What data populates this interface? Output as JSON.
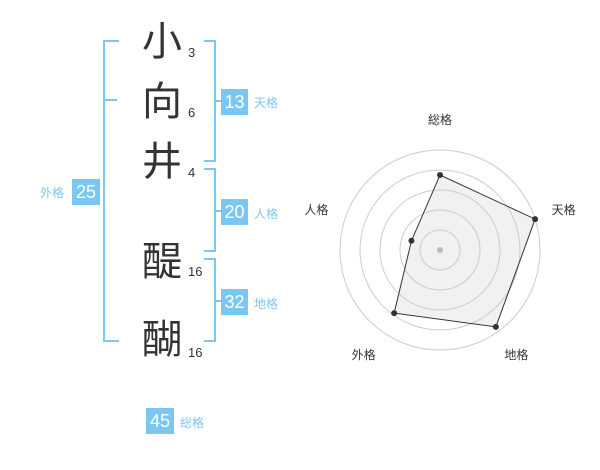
{
  "name": {
    "characters": [
      {
        "char": "小",
        "strokes": "3"
      },
      {
        "char": "向",
        "strokes": "6"
      },
      {
        "char": "井",
        "strokes": "4"
      },
      {
        "char": "醍",
        "strokes": "16"
      },
      {
        "char": "醐",
        "strokes": "16"
      }
    ]
  },
  "fortunes": {
    "tenkaku": {
      "value": "13",
      "label": "天格"
    },
    "jinkaku": {
      "value": "20",
      "label": "人格"
    },
    "chikaku": {
      "value": "32",
      "label": "地格"
    },
    "gaikaku": {
      "value": "25",
      "label": "外格"
    },
    "soukaku": {
      "value": "45",
      "label": "総格"
    }
  },
  "colors": {
    "accent": "#7cc7f2",
    "text": "#333333"
  },
  "chart_data": {
    "type": "radar",
    "axes": [
      "総格",
      "天格",
      "地格",
      "外格",
      "人格"
    ],
    "values": [
      0.75,
      1.0,
      0.95,
      0.78,
      0.3
    ],
    "rings": 5,
    "grid": true
  }
}
